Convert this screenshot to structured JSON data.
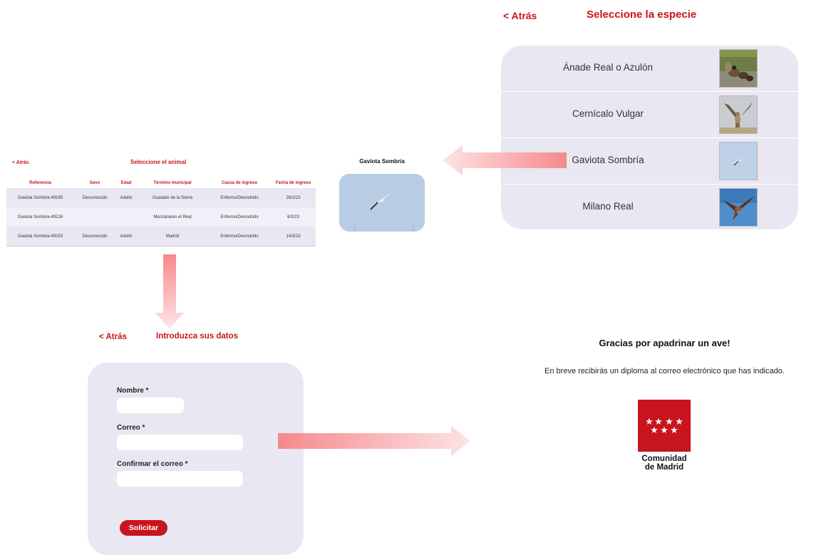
{
  "species_screen": {
    "back": "< Atrás",
    "title": "Seleccione la especie",
    "species": [
      {
        "name": "Ánade Real o Azulón"
      },
      {
        "name": "Cernícalo Vulgar"
      },
      {
        "name": "Gaviota Sombría"
      },
      {
        "name": "Milano Real"
      }
    ]
  },
  "selected_bird": {
    "name": "Gaviota Sombria"
  },
  "animal_screen": {
    "back": "< Atrás",
    "title": "Seleccione el animal",
    "columns": [
      "Referencia",
      "Sexo",
      "Edad",
      "Término municipal",
      "Causa de ingreso",
      "Fecha de ingreso"
    ],
    "rows": [
      [
        "Gaviota Sombria-49165",
        "Desconocido",
        "Adulto",
        "Guadalix de la Sierra",
        "Enfermo/Desnutrido",
        "26/2/23"
      ],
      [
        "Gaviota Sombria-49216",
        "",
        "",
        "Manzanares el Real",
        "Enfermo/Desnutrido",
        "6/3/23"
      ],
      [
        "Gaviota Sombria-49253",
        "Desconocido",
        "Adulto",
        "Madrid",
        "Enfermo/Desnutrido",
        "14/3/23"
      ]
    ]
  },
  "form_screen": {
    "back": "< Atrás",
    "title": "Introduzca sus datos",
    "fields": {
      "name_label": "Nombre *",
      "email_label": "Correo *",
      "confirm_label": "Confirmar el correo *"
    },
    "submit": "Solicitar"
  },
  "thanks_screen": {
    "title": "Gracias por apadrinar un ave!",
    "message": "En breve recibirás un diploma al correo electrónico que has indicado.",
    "logo_line1": "Comunidad",
    "logo_line2": "de Madrid"
  },
  "colors": {
    "accent": "#c8141c",
    "panel": "#e9e7f2",
    "arrow": "#f7a8aa"
  }
}
